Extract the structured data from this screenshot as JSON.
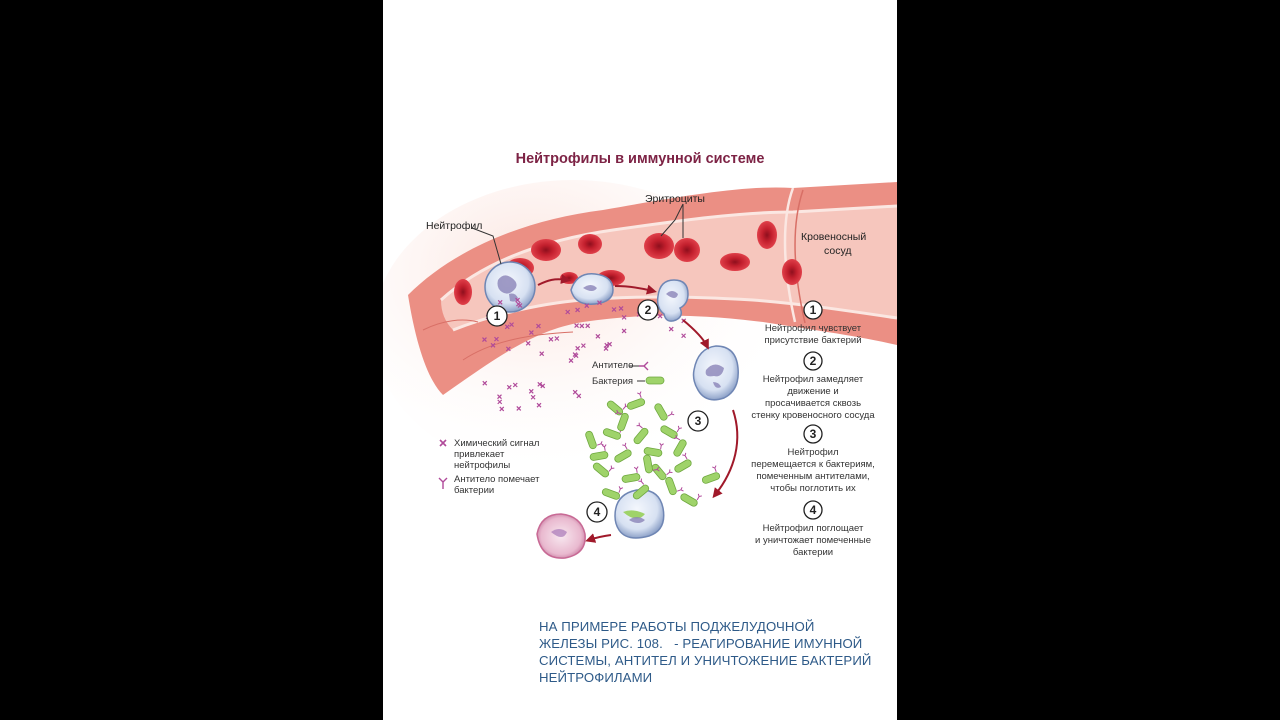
{
  "diagram": {
    "title": "Нейтрофилы в иммунной системе",
    "labels": {
      "neutrophil": "Нейтрофил",
      "erythrocytes": "Эритроциты",
      "vessel_line1": "Кровеносный",
      "vessel_line2": "сосуд",
      "antibody": "Антитело",
      "bacterium": "Бактерия"
    },
    "step_markers": [
      "1",
      "2",
      "3",
      "4"
    ],
    "steps": [
      {
        "num": "1",
        "lines": [
          "Нейтрофил чувствует",
          "присутствие бактерий"
        ]
      },
      {
        "num": "2",
        "lines": [
          "Нейтрофил замедляет",
          "движение и",
          "просачивается сквозь",
          "стенку кровеносного сосуда"
        ]
      },
      {
        "num": "3",
        "lines": [
          "Нейтрофил",
          "перемещается к бактериям,",
          "помеченным антителами,",
          "чтобы поглотить их"
        ]
      },
      {
        "num": "4",
        "lines": [
          "Нейтрофил поглощает",
          "и уничтожает помеченные",
          "бактерии"
        ]
      }
    ],
    "legend": [
      {
        "marker": "star",
        "lines": [
          "Химический сигнал",
          "привлекает",
          "нейтрофилы"
        ]
      },
      {
        "marker": "antibody",
        "lines": [
          "Антитело помечает",
          "бактерии"
        ]
      }
    ],
    "colors": {
      "title": "#7d2345",
      "vessel": "#e88a7e",
      "vessel_inner": "#f8c9c0",
      "rbc": "#c9202f",
      "neutrophil": "#dbe4f3",
      "signal": "#b04a9a",
      "bacteria": "#9fd36a",
      "arrow": "#a0192a",
      "caption": "#2e5a88"
    }
  },
  "caption": {
    "lines": [
      "НА ПРИМЕРЕ РАБОТЫ ПОДЖЕЛУДОЧНОЙ",
      "ЖЕЛЕЗЫ РИС. 108.   - РЕАГИРОВАНИЕ ИМУННОЙ",
      "СИСТЕМЫ, АНТИТЕЛ И УНИЧТОЖЕНИЕ БАКТЕРИЙ",
      "НЕЙТРОФИЛАМИ"
    ]
  }
}
